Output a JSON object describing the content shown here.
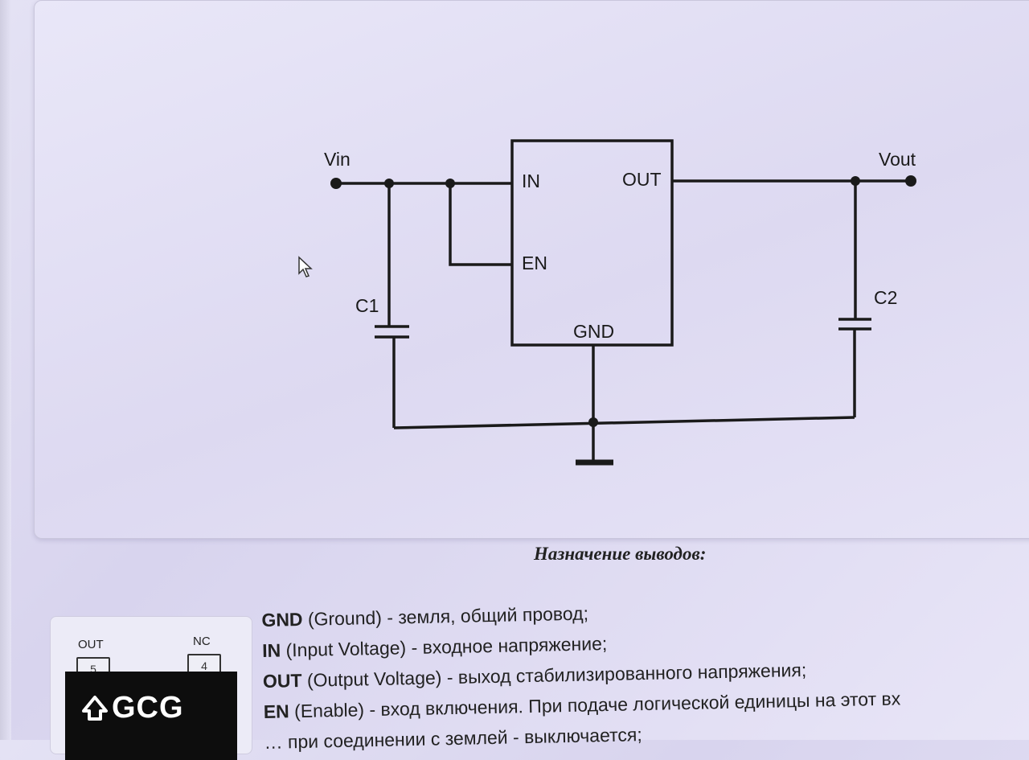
{
  "schematic": {
    "vin_label": "Vin",
    "vout_label": "Vout",
    "pin_in": "IN",
    "pin_out": "OUT",
    "pin_en": "EN",
    "pin_gnd": "GND",
    "c1_label": "C1",
    "c2_label": "C2"
  },
  "section_title": "Назначение выводов:",
  "pinout": {
    "left_pin_name": "OUT",
    "right_pin_name": "NC",
    "left_pin_number": "5",
    "right_pin_number": "4",
    "logo_text": "GCG"
  },
  "pin_descriptions": [
    {
      "name": "GND",
      "text": " (Ground) - земля, общий провод;"
    },
    {
      "name": "IN",
      "text": " (Input Voltage) - входное напряжение;"
    },
    {
      "name": "OUT",
      "text": " (Output Voltage) - выход стабилизированного напряжения;"
    },
    {
      "name": "EN",
      "text": "  (Enable)  -  вход  включения.  При  подаче  логической  единицы  на  этот  вх"
    },
    {
      "name": "",
      "text": "…  при соединении с землей - выключается;"
    }
  ],
  "colors": {
    "line": "#1a1a1a",
    "background": "#e4e2f4"
  }
}
